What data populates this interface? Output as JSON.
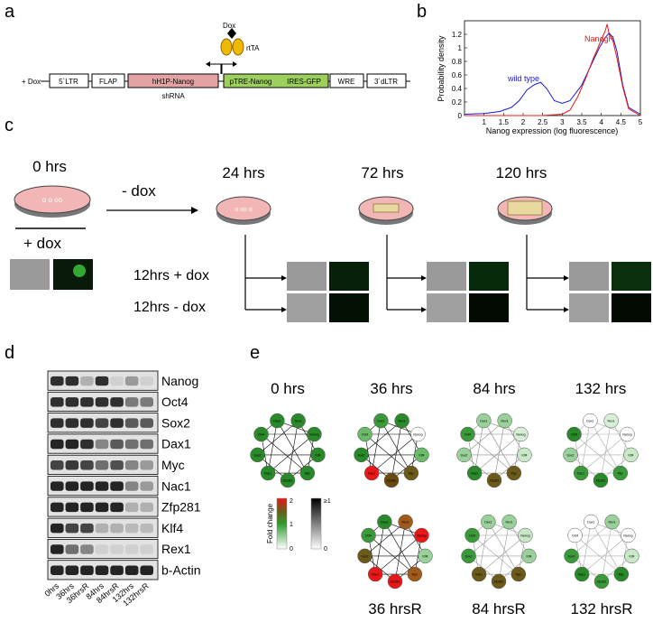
{
  "panels": {
    "a": "a",
    "b": "b",
    "c": "c",
    "d": "d",
    "e": "e"
  },
  "construct": {
    "dox_label": "Dox",
    "rtta": "rtTA",
    "plus_dox": "+ Dox",
    "boxes": [
      "5´LTR",
      "FLAP",
      "hH1P-Nanog",
      "pTRE-Nanog",
      "IRES-GFP",
      "WRE",
      "3´dLTR"
    ],
    "shrna": "shRNA"
  },
  "chart_data": {
    "type": "line",
    "xlabel": "Nanog expression (log fluorescence)",
    "ylabel": "Probability density",
    "xlim": [
      0.5,
      5
    ],
    "ylim": [
      0,
      1.4
    ],
    "xticks": [
      "1",
      "1.5",
      "2",
      "2.5",
      "3",
      "3.5",
      "4",
      "4.5",
      "5"
    ],
    "yticks": [
      "0",
      "0.2",
      "0.4",
      "0.6",
      "0.8",
      "1",
      "1.2"
    ],
    "series": [
      {
        "name": "wild type",
        "color": "#1a1adc",
        "x": [
          0.5,
          1.0,
          1.4,
          1.7,
          1.9,
          2.1,
          2.3,
          2.45,
          2.6,
          2.8,
          3.0,
          3.2,
          3.5,
          3.8,
          3.95,
          4.1,
          4.2,
          4.3,
          4.4,
          4.55,
          4.7,
          5.0
        ],
        "y": [
          0.02,
          0.03,
          0.06,
          0.12,
          0.22,
          0.38,
          0.46,
          0.49,
          0.4,
          0.22,
          0.18,
          0.22,
          0.45,
          0.82,
          1.0,
          1.15,
          1.22,
          1.15,
          0.95,
          0.45,
          0.12,
          0.02
        ]
      },
      {
        "name": "NanogR",
        "color": "#e81818",
        "x": [
          0.5,
          2.5,
          3.0,
          3.2,
          3.4,
          3.6,
          3.8,
          3.9,
          4.0,
          4.1,
          4.15,
          4.2,
          4.3,
          4.4,
          4.55,
          4.7,
          5.0
        ],
        "y": [
          0.0,
          0.0,
          0.02,
          0.08,
          0.28,
          0.55,
          0.85,
          0.98,
          1.12,
          1.25,
          1.35,
          1.2,
          1.1,
          0.85,
          0.42,
          0.1,
          0.0
        ]
      }
    ]
  },
  "timecourse": {
    "times": [
      "0 hrs",
      "24 hrs",
      "72 hrs",
      "120 hrs"
    ],
    "minus_dox": "- dox",
    "plus_dox": "+ dox",
    "row1": "12hrs + dox",
    "row2": "12hrs - dox"
  },
  "western": {
    "proteins": [
      "Nanog",
      "Oct4",
      "Sox2",
      "Dax1",
      "Myc",
      "Nac1",
      "Zfp281",
      "Klf4",
      "Rex1",
      "b-Actin"
    ],
    "lanes": [
      "0hrs",
      "36hrs",
      "36hrsR",
      "84hrs",
      "84hrsR",
      "132hrs",
      "132hrsR"
    ]
  },
  "networks": {
    "top": [
      "0 hrs",
      "36 hrs",
      "84 hrs",
      "132 hrs"
    ],
    "bottom": [
      "36 hrsR",
      "84 hrsR",
      "132 hrsR"
    ],
    "fold_change": "Fold change",
    "scale_top": "2",
    "scale_mid": "1",
    "scale_zero": "0",
    "gray_top": "≥1",
    "gray_zero": "0",
    "node_labels": [
      "Dax1",
      "Rex1",
      "Nanog",
      "Klf4",
      "Myc",
      "Zfp281",
      "Nac1",
      "Sox2",
      "Oct4"
    ]
  }
}
